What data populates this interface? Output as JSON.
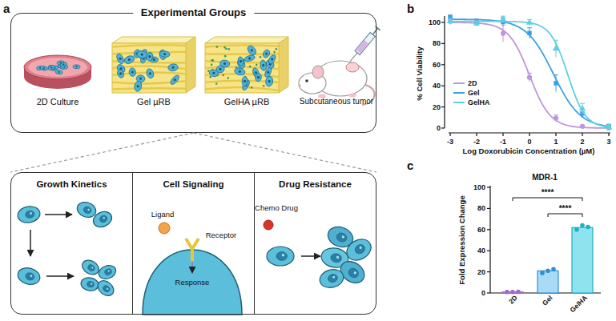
{
  "diagram": {
    "nodes": [
      {
        "text": [
          "Experimental Groups"
        ]
      },
      {
        "text": [
          "Growth Kinetics"
        ]
      },
      {
        "text": [
          "Cell Signaling"
        ]
      },
      {
        "text": [
          "Drug Resistance"
        ]
      }
    ],
    "edges": [
      {
        "from": 0,
        "to": 1,
        "arrow": "none"
      },
      {
        "from": 0,
        "to": 3,
        "arrow": "none"
      }
    ],
    "labels": [
      "a",
      "2D Culture",
      "Gel µRB",
      "GelHA µRB",
      "Subcutaneous tumor",
      "Ligand",
      "Receptor",
      "Response",
      "Chemo Drug",
      "b",
      "% Cell Viability",
      "Log Doxorubicin Concentration (µM)",
      "-3",
      "-2",
      "-1",
      "0",
      "1",
      "2",
      "3",
      "0",
      "20",
      "40",
      "60",
      "80",
      "100",
      "c",
      "MDR-1",
      "Fold Expression Change",
      "0",
      "20",
      "40",
      "60",
      "80",
      "100",
      "2D",
      "Gel",
      "GelHA",
      "****",
      "****"
    ],
    "legend": [
      {
        "text": "2D",
        "color": "#bd97de"
      },
      {
        "text": "Gel",
        "color": "#3aa0e6"
      },
      {
        "text": "GelHA",
        "color": "#5fd0e2"
      }
    ]
  }
}
